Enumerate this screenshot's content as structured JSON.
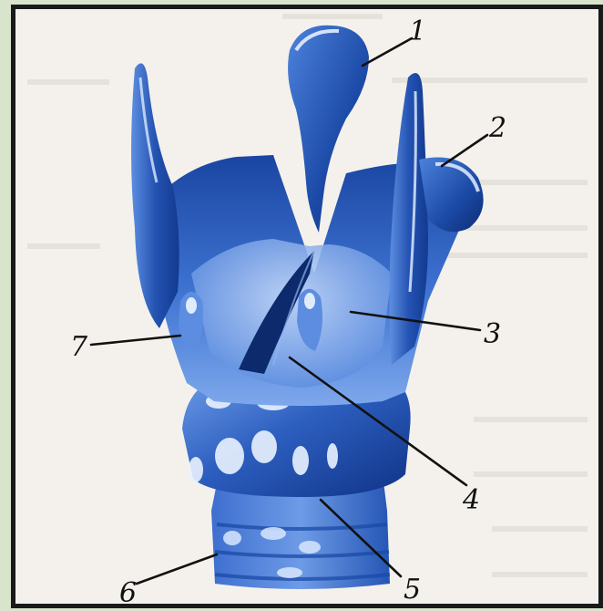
{
  "diagram": {
    "labels": [
      {
        "id": "1",
        "text": "1"
      },
      {
        "id": "2",
        "text": "2"
      },
      {
        "id": "3",
        "text": "3"
      },
      {
        "id": "4",
        "text": "4"
      },
      {
        "id": "5",
        "text": "5"
      },
      {
        "id": "6",
        "text": "6"
      },
      {
        "id": "7",
        "text": "7"
      }
    ]
  },
  "colors": {
    "outer_background": "#d9e4cc",
    "frame": "#1a1a1a",
    "paper": "#f4f1ec",
    "organ_dark": "#0d2f7a",
    "organ_mid": "#2f63c4",
    "organ_light": "#8fb6f0",
    "highlight": "#eaf3ff"
  }
}
